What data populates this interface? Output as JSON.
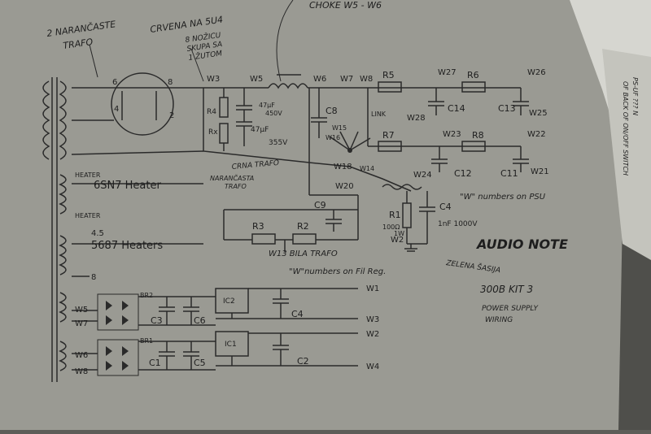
{
  "notes": {
    "top_left_line1": "2 NARANČASTE",
    "top_left_line2": "TRAFO",
    "top_mid_line1": "CRVENA NA 5U4",
    "top_mid_line2": "8 NOŽICU",
    "top_mid_line3": "SKUPA SA",
    "top_mid_line4": "1 ŽUTOM",
    "choke": "CHOKE  W5 - W6",
    "side_line1": "PS-UF ??? N",
    "side_line2": "OF BACK OF ON/OFF SWITCH",
    "crna": "CRNA TRAFO",
    "narancasta_line1": "NARANČASTA",
    "narancasta_line2": "TRAFO",
    "bila": "W13 BILA TRAFO",
    "zelena": "ZELENA ŠASIJA",
    "w_psu": "\"W\" numbers on PSU",
    "w_fil": "\"W\"numbers on Fil Reg.",
    "kit": "300B KIT 3",
    "power1": "POWER SUPPLY",
    "power2": "WIRING"
  },
  "brand": "AUDIO NOTE",
  "heaters": {
    "h6sn7": "6SN7 Heater",
    "h5687": "5687 Heaters",
    "heater_tag": "HEATER",
    "tap45": "4.5",
    "tap8": "8"
  },
  "tube": {
    "pin6": "6",
    "pin8": "8",
    "pin4": "4",
    "pin2": "2"
  },
  "wires": {
    "W3": "W3",
    "W5": "W5",
    "W6": "W6",
    "W7": "W7",
    "W8": "W8",
    "W27": "W27",
    "W26": "W26",
    "W28": "W28",
    "W25": "W25",
    "W23": "W23",
    "W22": "W22",
    "W24": "W24",
    "W21": "W21",
    "W15": "W15",
    "W16": "W16",
    "W14": "W14",
    "W18": "W18",
    "W20": "W20",
    "W13": "W13",
    "W2": "W2",
    "W1": "W1",
    "W4": "W4",
    "fW3": "W3",
    "fW5": "W5",
    "fW7": "W7",
    "fW6": "W6",
    "fW8": "W8",
    "fW2": "W2"
  },
  "components": {
    "R5": "R5",
    "R6": "R6",
    "R7": "R7",
    "R8": "R8",
    "R3": "R3",
    "R2": "R2",
    "R1": "R1",
    "R4": "R4",
    "Rx": "Rx",
    "C8": "C8",
    "C14": "C14",
    "C13": "C13",
    "C12": "C12",
    "C11": "C11",
    "C9": "C9",
    "C4": "C4",
    "C1": "C1",
    "C2": "C2",
    "C3": "C3",
    "C5": "C5",
    "C6": "C6",
    "C4b": "C4",
    "link": "LINK",
    "c_47uf": "47μF",
    "c_450v": "450V",
    "c_47uf2": "47μF",
    "c_355v": "355V",
    "c_1nf": "1nF 1000V",
    "r1_val": "100Ω",
    "r1_w": "1W",
    "BR1": "BR1",
    "BR2": "BR2",
    "IC1": "IC1",
    "IC2": "IC2"
  }
}
